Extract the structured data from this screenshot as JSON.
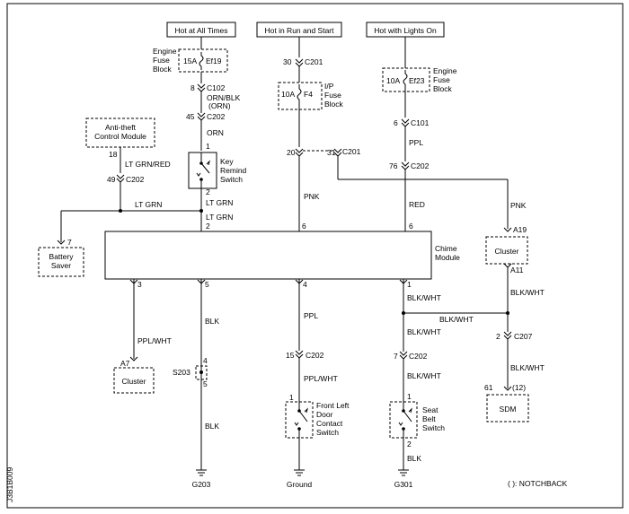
{
  "sources": {
    "hot_all_times": "Hot at All Times",
    "hot_run_start": "Hot in Run and Start",
    "hot_lights_on": "Hot with Lights On"
  },
  "fuses": {
    "engine_fuse_label": "Engine\nFuse\nBlock",
    "ef19_amp": "15A",
    "ef19_name": "Ef19",
    "ip_fuse_label": "I/P\nFuse\nBlock",
    "f4_amp": "10A",
    "f4_name": "F4",
    "ef23_amp": "10A",
    "ef23_name": "Ef23",
    "engine_fuse_label2": "Engine\nFuse\nBlock"
  },
  "connectors": {
    "c201_top_pin": "30",
    "c201_top": "C201",
    "c102_pin": "8",
    "c102": "C102",
    "c202_a_pin": "45",
    "c202_a": "C202",
    "c101_pin": "6",
    "c101": "C101",
    "c201_20": "20",
    "c201_31": "31",
    "c201_mid": "C201",
    "c202_76": "76",
    "c202_b": "C202",
    "c202_antitheft_pin": "49",
    "c202_antitheft": "C202",
    "antitheft_pin": "18",
    "c202_door_pin": "15",
    "c202_door": "C202",
    "c202_seat_pin": "7",
    "c202_seat": "C202",
    "c207_pin": "2",
    "c207": "C207"
  },
  "wires": {
    "orn_blk": "ORN/BLK\n(ORN)",
    "orn": "ORN",
    "ppl": "PPL",
    "lt_grn_red": "LT GRN/RED",
    "lt_grn_1": "LT GRN",
    "lt_grn_2": "LT GRN",
    "lt_grn_3": "LT GRN",
    "pnk_1": "PNK",
    "red": "RED",
    "pnk_2": "PNK",
    "ppl_wht_1": "PPL/WHT",
    "blk_1": "BLK",
    "ppl_2": "PPL",
    "ppl_wht_2": "PPL/WHT",
    "blk_wht_1": "BLK/WHT",
    "blk_wht_2": "BLK/WHT",
    "blk_wht_3": "BLK/WHT",
    "blk_wht_4": "BLK/WHT",
    "blk_wht_5": "BLK/WHT",
    "blk_2": "BLK",
    "blk_3": "BLK"
  },
  "components": {
    "antitheft": "Anti-theft\nControl Module",
    "key_remind": "Key\nRemind\nSwitch",
    "battery_saver": "Battery\nSaver",
    "chime_module": "Chime\nModule",
    "cluster_top": "Cluster",
    "cluster_bottom": "Cluster",
    "front_door": "Front Left\nDoor\nContact\nSwitch",
    "seat_belt": "Seat\nBelt\nSwitch",
    "sdm": "SDM",
    "s203": "S203"
  },
  "pins": {
    "key_1": "1",
    "key_2": "2",
    "chime_2": "2",
    "chime_6a": "6",
    "chime_6b": "6",
    "chime_3": "3",
    "chime_5": "5",
    "chime_4": "4",
    "chime_1": "1",
    "battery_7": "7",
    "cluster_a19": "A19",
    "cluster_a11": "A11",
    "cluster_a7": "A7",
    "s203_4": "4",
    "s203_5": "5",
    "door_1": "1",
    "seat_1": "1",
    "seat_2": "2",
    "sdm_pin": "61",
    "sdm_alt": "(12)"
  },
  "grounds": {
    "g203": "G203",
    "ground": "Ground",
    "g301": "G301"
  },
  "notes": {
    "notchback": "( ): NOTCHBACK",
    "doc_id": "J3B1B009"
  }
}
